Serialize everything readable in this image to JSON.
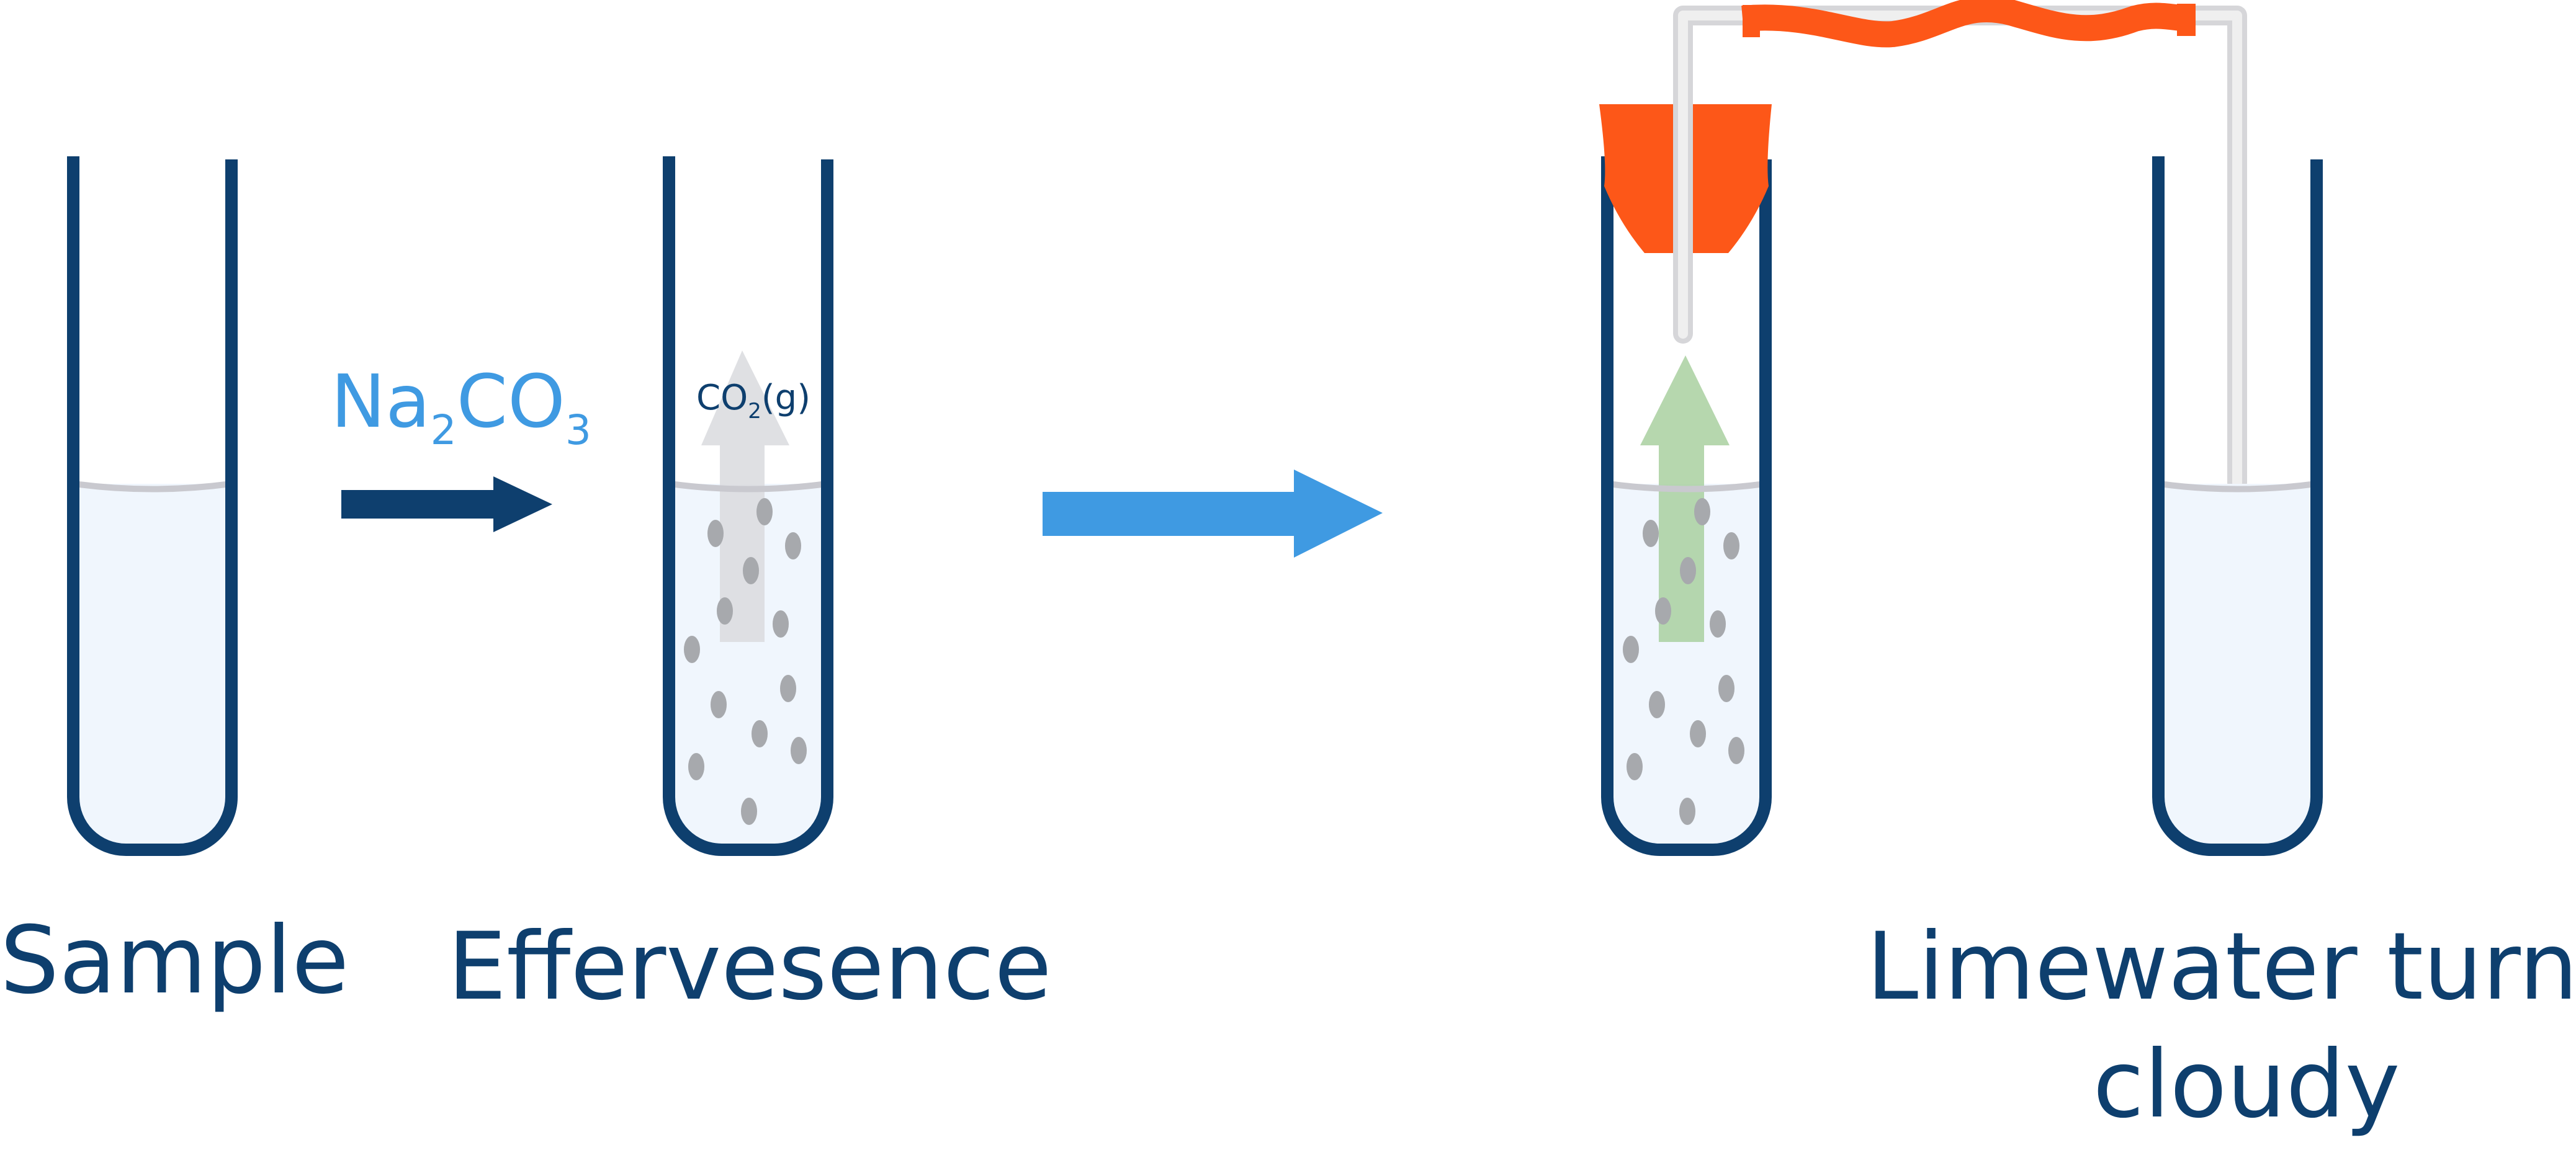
{
  "labels": {
    "sample": "Sample",
    "effervescence": "Effervesence",
    "limewater_line1": "Limewater turns",
    "limewater_line2": "cloudy"
  },
  "reagent": {
    "base": "Na",
    "sub1": "2",
    "mid": "CO",
    "sub2": "3"
  },
  "gas": {
    "base": "CO",
    "sub": "2",
    "state": "(g)"
  },
  "colors": {
    "tube_outline": "#0e3f6e",
    "liquid": "#f0f6fd",
    "meniscus": "#c9c9cf",
    "dark_arrow": "#0e3f6e",
    "light_arrow": "#3f9ae2",
    "bubble": "#a7a9ad",
    "gas_arrow_grey": "#dcdde0",
    "gas_arrow_green": "#a9d0a0",
    "stopper": "#fd5718",
    "delivery_tube": "#e1e1e3",
    "text_dark": "#0e3f6e",
    "text_blue": "#3f9ae2"
  }
}
